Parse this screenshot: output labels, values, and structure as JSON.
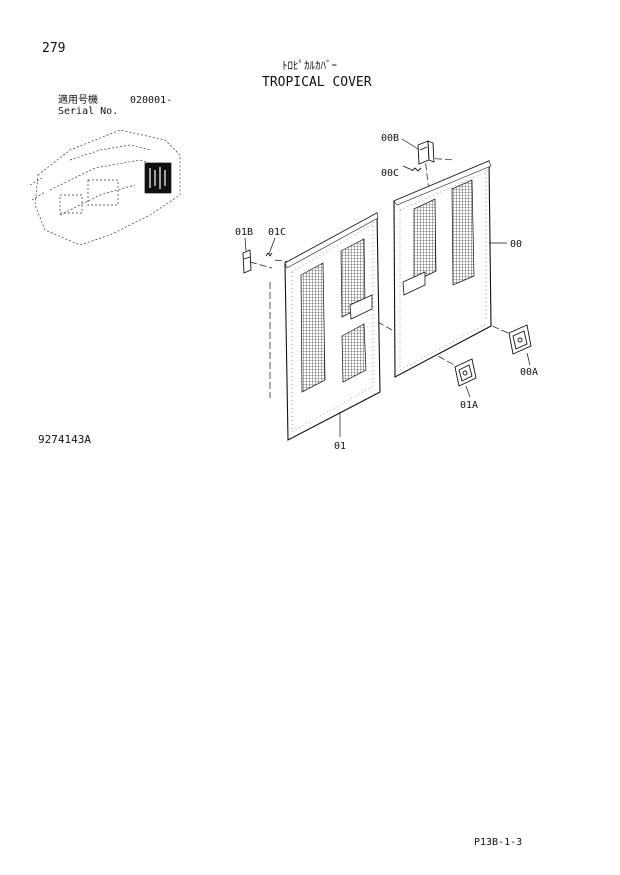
{
  "header": {
    "page_number": "279",
    "title_ja": "ﾄﾛﾋﾟｶﾙｶﾊﾞｰ",
    "title_en": "TROPICAL COVER",
    "serial_label_ja": "適用号機",
    "serial_value": "020001-",
    "serial_label_en": "Serial No."
  },
  "callouts": {
    "c00B": "00B",
    "c00C": "00C",
    "c01B": "01B",
    "c01C": "01C",
    "c00": "00",
    "c00A": "00A",
    "c01A": "01A",
    "c01": "01"
  },
  "footer": {
    "drawing_number": "9274143A",
    "page_code": "P13B-1-3"
  },
  "colors": {
    "ink": "#111111",
    "paper": "#ffffff"
  }
}
